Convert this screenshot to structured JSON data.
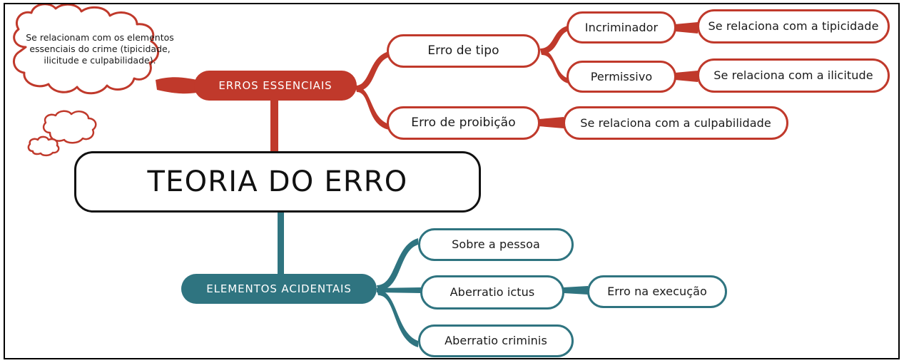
{
  "diagram": {
    "title": "TEORIA DO ERRO",
    "colors": {
      "red": "#C0392B",
      "teal": "#2F7480",
      "frame": "#000000",
      "background": "#FFFFFF",
      "text": "#1A1A1A"
    },
    "annotation": {
      "shape": "thought-bubble",
      "text": "Se relacionam com os elementos essenciais do crime (tipicidade, ilicitude e culpabilidade)."
    },
    "branches": [
      {
        "id": "erros-essenciais",
        "label": "ERROS ESSENCIAIS",
        "color": "#C0392B",
        "children": [
          {
            "id": "erro-de-tipo",
            "label": "Erro de tipo",
            "children": [
              {
                "id": "incriminador",
                "label": "Incriminador",
                "children": [
                  {
                    "id": "relaciona-tipicidade",
                    "label": "Se relaciona com a tipicidade"
                  }
                ]
              },
              {
                "id": "permissivo",
                "label": "Permissivo",
                "children": [
                  {
                    "id": "relaciona-ilicitude",
                    "label": "Se relaciona com a ilicitude"
                  }
                ]
              }
            ]
          },
          {
            "id": "erro-de-proibicao",
            "label": "Erro de proibição",
            "children": [
              {
                "id": "relaciona-culpabilidade",
                "label": "Se relaciona com a culpabilidade"
              }
            ]
          }
        ]
      },
      {
        "id": "elementos-acidentais",
        "label": "ELEMENTOS ACIDENTAIS",
        "color": "#2F7480",
        "children": [
          {
            "id": "sobre-a-pessoa",
            "label": "Sobre a pessoa",
            "children": []
          },
          {
            "id": "aberratio-ictus",
            "label": "Aberratio ictus",
            "children": [
              {
                "id": "erro-na-execucao",
                "label": "Erro na execução"
              }
            ]
          },
          {
            "id": "aberratio-criminis",
            "label": "Aberratio criminis",
            "children": []
          }
        ]
      }
    ]
  }
}
